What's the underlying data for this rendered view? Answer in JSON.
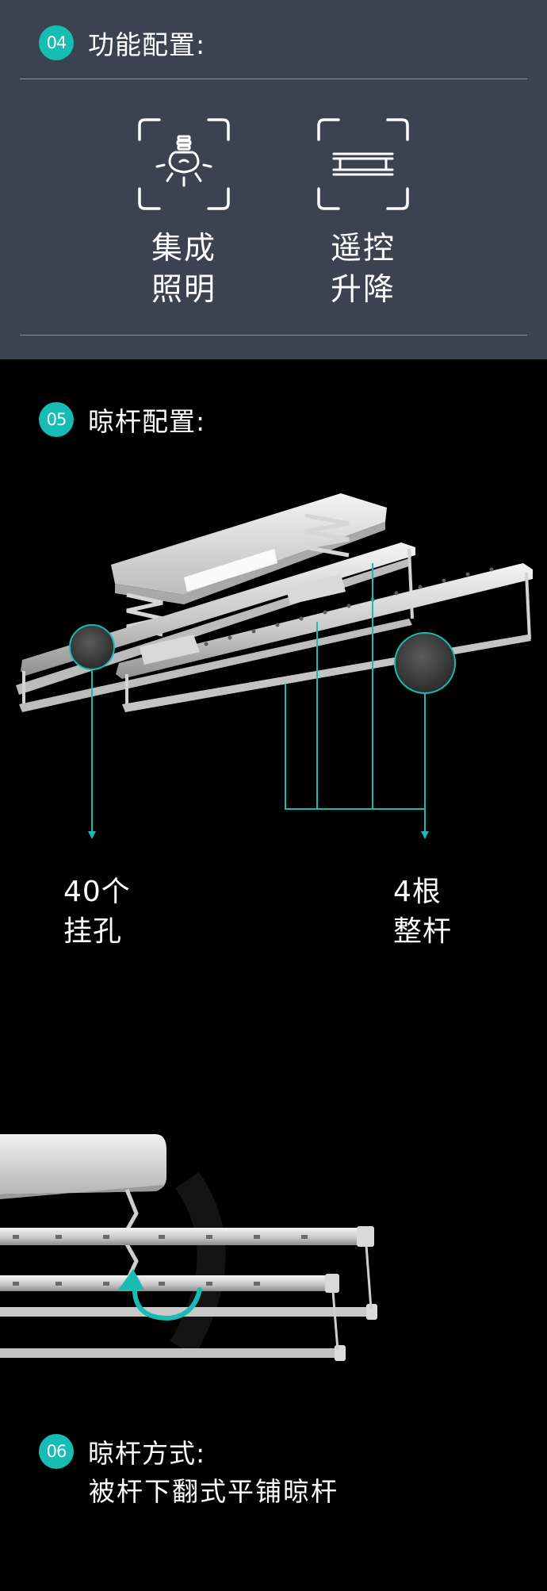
{
  "sections": {
    "function_config": {
      "number": "04",
      "title": "功能配置:",
      "features": [
        {
          "line1": "集成",
          "line2": "照明",
          "icon": "lightbulb-icon"
        },
        {
          "line1": "遥控",
          "line2": "升降",
          "icon": "lift-icon"
        }
      ]
    },
    "rod_config": {
      "number": "05",
      "title": "晾杆配置:",
      "callouts": [
        {
          "line1": "40个",
          "line2": "挂孔"
        },
        {
          "line1": "4根",
          "line2": "整杆"
        }
      ]
    },
    "rod_mode": {
      "number": "06",
      "title": "晾杆方式:",
      "subtitle": "被杆下翻式平铺晾杆"
    }
  },
  "colors": {
    "panel_bg": "#3b4250",
    "accent": "#17bdb4",
    "page_bg": "#000000"
  }
}
